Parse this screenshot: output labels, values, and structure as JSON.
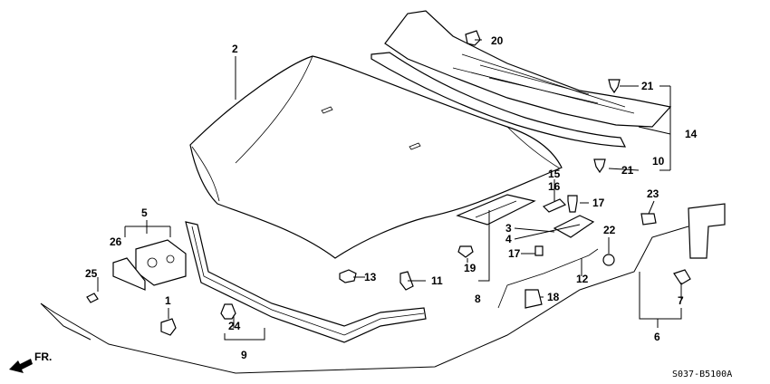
{
  "diagram": {
    "code": "S037-B5100A",
    "direction_label": "FR.",
    "callouts": [
      "1",
      "2",
      "3",
      "4",
      "5",
      "6",
      "7",
      "8",
      "9",
      "10",
      "11",
      "12",
      "13",
      "14",
      "15",
      "16",
      "17",
      "17",
      "18",
      "19",
      "20",
      "21",
      "21",
      "22",
      "23",
      "24",
      "25",
      "26"
    ]
  }
}
